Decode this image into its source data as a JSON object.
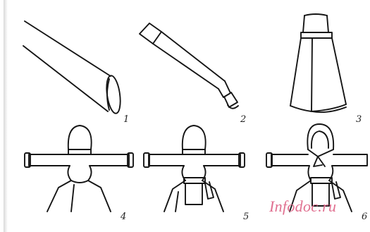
{
  "steps": [
    {
      "number": "1",
      "description_key": "rolled-birch-bark-tube"
    },
    {
      "number": "2",
      "description_key": "tied-strip"
    },
    {
      "number": "3",
      "description_key": "skirt-body"
    },
    {
      "number": "4",
      "description_key": "head-and-arms"
    },
    {
      "number": "5",
      "description_key": "apron-added"
    },
    {
      "number": "6",
      "description_key": "headscarf-added"
    }
  ],
  "watermark": "Infodoc.ru",
  "colors": {
    "line": "#151515",
    "watermark": "#e07090",
    "background": "#ffffff"
  }
}
